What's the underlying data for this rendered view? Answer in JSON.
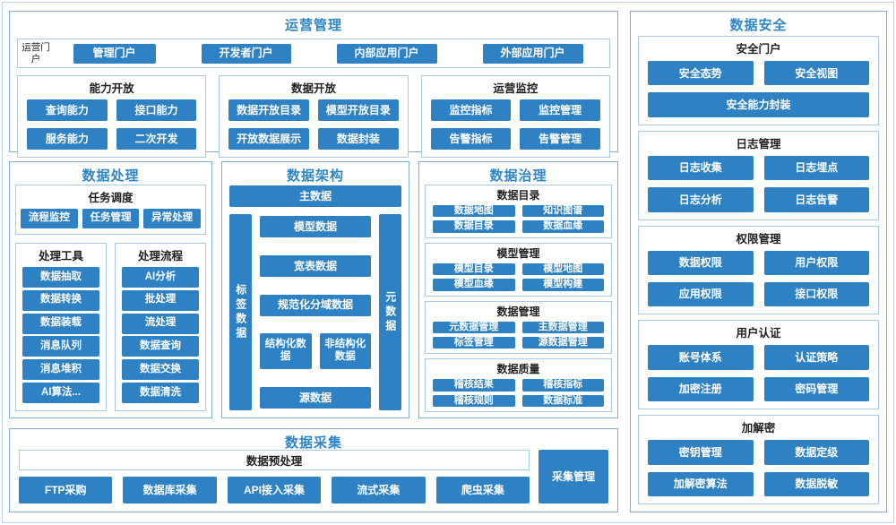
{
  "colors": {
    "accent": "#2e86c8",
    "button": "#2e82c4",
    "panel_border": "#7fafd8",
    "sub_border": "#a9cae6"
  },
  "operations": {
    "title": "运营管理",
    "portal": {
      "label": "运营门户",
      "buttons": [
        "管理门户",
        "开发者门户",
        "内部应用门户",
        "外部应用门户"
      ]
    },
    "groups": [
      {
        "title": "能力开放",
        "buttons": [
          "查询能力",
          "接口能力",
          "服务能力",
          "二次开发"
        ]
      },
      {
        "title": "数据开放",
        "buttons": [
          "数据开放目录",
          "模型开放目录",
          "开放数据展示",
          "数据封装"
        ]
      },
      {
        "title": "运营监控",
        "buttons": [
          "监控指标",
          "监控管理",
          "告警指标",
          "告警管理"
        ]
      }
    ]
  },
  "processing": {
    "title": "数据处理",
    "scheduling": {
      "title": "任务调度",
      "buttons": [
        "流程监控",
        "任务管理",
        "异常处理"
      ]
    },
    "tools": {
      "title": "处理工具",
      "buttons": [
        "数据抽取",
        "数据转换",
        "数据装载",
        "消息队列",
        "消息堆积",
        "AI算法..."
      ]
    },
    "flow": {
      "title": "处理流程",
      "buttons": [
        "AI分析",
        "批处理",
        "流处理",
        "数据查询",
        "数据交换",
        "数据清洗"
      ]
    }
  },
  "architecture": {
    "title": "数据架构",
    "master": "主数据",
    "left_vertical": "标签数据",
    "right_vertical": "元数据",
    "middle": [
      "模型数据",
      "宽表数据",
      "规范化分域数据"
    ],
    "pair": [
      "结构化数据",
      "非结构化数据"
    ],
    "bottom": "源数据"
  },
  "governance": {
    "title": "数据治理",
    "groups": [
      {
        "title": "数据目录",
        "buttons": [
          "数据地图",
          "知识图谱",
          "数据目录",
          "数据血缘"
        ]
      },
      {
        "title": "模型管理",
        "buttons": [
          "模型目录",
          "模型地图",
          "模型血缘",
          "模型构建"
        ]
      },
      {
        "title": "数据管理",
        "buttons": [
          "元数据管理",
          "主数据管理",
          "标签管理",
          "源数据管理"
        ]
      },
      {
        "title": "数据质量",
        "buttons": [
          "稽核结果",
          "稽核指标",
          "稽核规则",
          "数据标准"
        ]
      }
    ]
  },
  "collection": {
    "title": "数据采集",
    "preprocess": "数据预处理",
    "buttons": [
      "FTP采购",
      "数据库采集",
      "API接入采集",
      "流式采集",
      "爬虫采集"
    ],
    "manage": "采集管理"
  },
  "security": {
    "title": "数据安全",
    "portal": {
      "title": "安全门户",
      "row": [
        "安全态势",
        "安全视图"
      ],
      "wide": "安全能力封装"
    },
    "groups": [
      {
        "title": "日志管理",
        "buttons": [
          "日志收集",
          "日志埋点",
          "日志分析",
          "日志告警"
        ]
      },
      {
        "title": "权限管理",
        "buttons": [
          "数据权限",
          "用户权限",
          "应用权限",
          "接口权限"
        ]
      },
      {
        "title": "用户认证",
        "buttons": [
          "账号体系",
          "认证策略",
          "加密注册",
          "密码管理"
        ]
      },
      {
        "title": "加解密",
        "buttons": [
          "密钥管理",
          "数据定级",
          "加解密算法",
          "数据脱敏"
        ]
      }
    ]
  }
}
